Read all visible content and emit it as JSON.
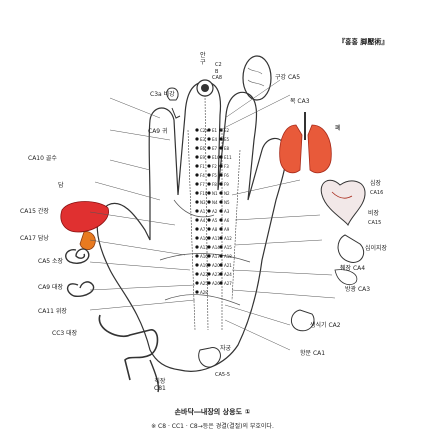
{
  "credit": "『홍홍 脚壓術』",
  "caption": {
    "title": "손바닥―내장의 상응도 ①",
    "note": "※ C8 · CC1 · C8→등은 경결(결절)의 부호이다."
  },
  "labels": {
    "eye_top": "안\n구",
    "eye_code": "C2\nB",
    "left_upper": "C3a 비강",
    "nose_code": "CA8",
    "left_ear": "CA9 귀",
    "left_brain": "CA10 골수",
    "left_liver_small": "담",
    "left_liver": "CA15 간장",
    "left_kidney": "CA17 담낭",
    "left_intestine1": "CA5 소장",
    "left_intestine2": "CA9 대장",
    "left_appendix": "CA11 위장",
    "left_colon": "CC3 대장",
    "right_top1": "구강 CA5",
    "right_top2": "목 CA3",
    "right_lung": "폐",
    "right_heart1": "심장",
    "right_heart2": "CA16",
    "right_stomach1": "비장",
    "right_stomach2": "CA15",
    "right_duo": "십이지장",
    "right_pancreas": "췌장 CA4",
    "right_small": "방광 CA3",
    "right_bladder": "생식기 CA2",
    "right_genital": "항문 CA1",
    "bottom_code1": "CA5-5",
    "bottom_label1": "자궁",
    "bottom_rectum": "직장\nC81",
    "mid_codes": [
      "C2a",
      "E1",
      "E2",
      "E3",
      "E4",
      "E5",
      "E6",
      "E7",
      "E8",
      "E9",
      "E10",
      "E11",
      "F1",
      "F2",
      "F3",
      "F4",
      "F5",
      "F6",
      "F7",
      "F8",
      "F9",
      "F10",
      "N1",
      "N2",
      "N3",
      "N4",
      "N5",
      "A1",
      "A2",
      "A3",
      "A4",
      "A5",
      "A6",
      "A7",
      "A8",
      "A9",
      "A10",
      "A11",
      "A12",
      "A13",
      "A14",
      "A15",
      "A16",
      "A17",
      "A18",
      "A19",
      "A20",
      "A21",
      "A22",
      "A23",
      "A24",
      "A25",
      "A26",
      "A27",
      "A28"
    ]
  }
}
